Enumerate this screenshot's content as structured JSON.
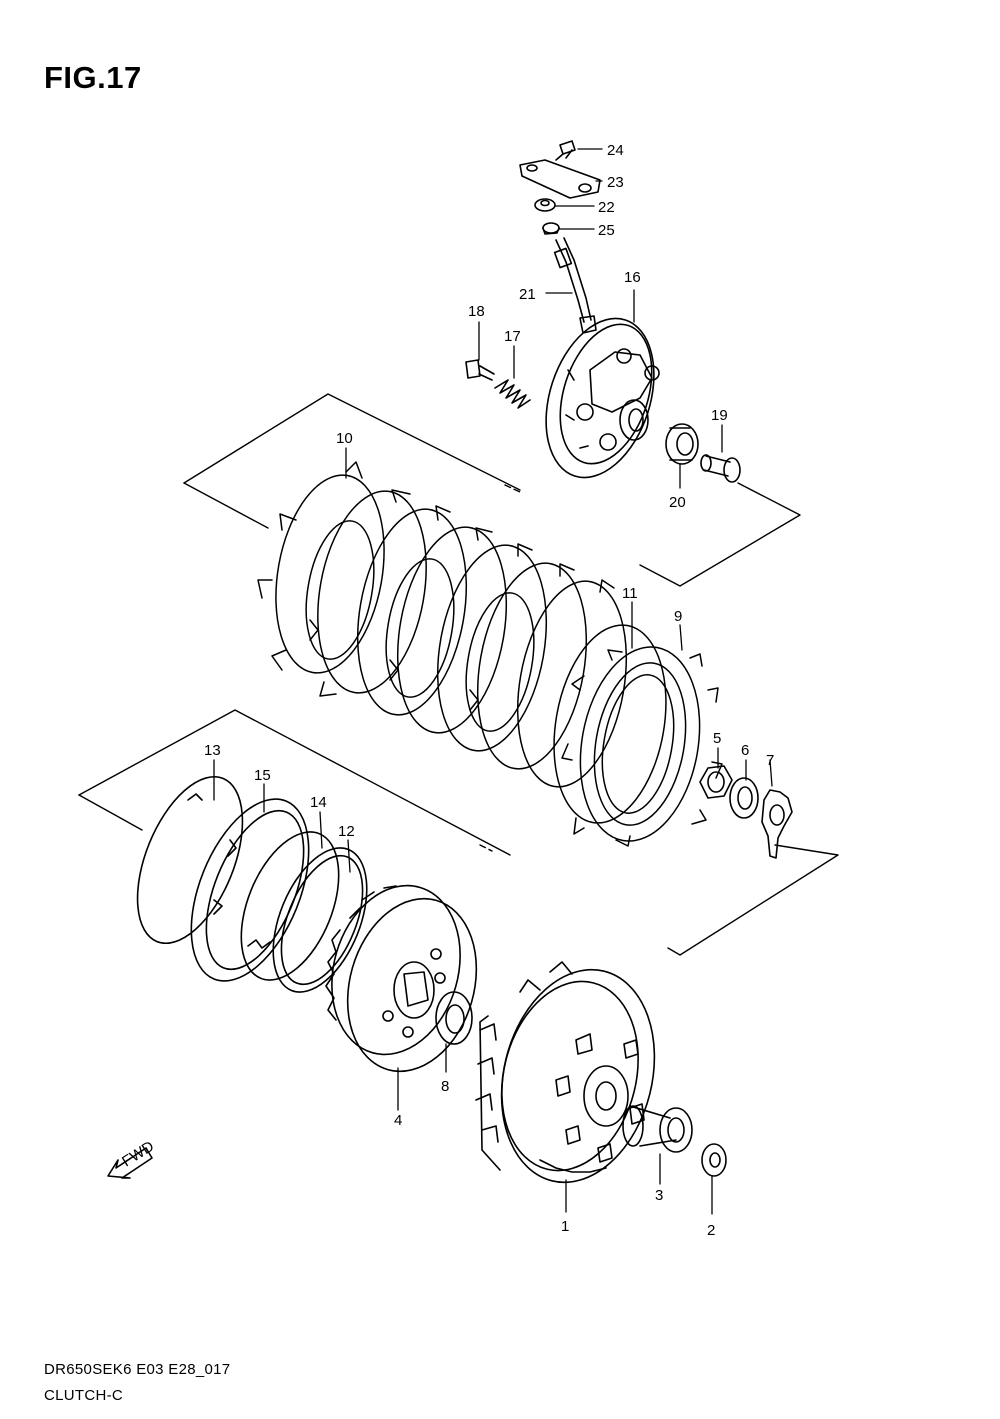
{
  "figure": {
    "title": "FIG.17",
    "model_code": "DR650SEK6 E03 E28_017",
    "section_name": "CLUTCH-C"
  },
  "fwd_label": "FWD",
  "callouts": [
    {
      "id": "c1",
      "number": "1"
    },
    {
      "id": "c2",
      "number": "2"
    },
    {
      "id": "c3",
      "number": "3"
    },
    {
      "id": "c4",
      "number": "4"
    },
    {
      "id": "c5",
      "number": "5"
    },
    {
      "id": "c6",
      "number": "6"
    },
    {
      "id": "c7",
      "number": "7"
    },
    {
      "id": "c8",
      "number": "8"
    },
    {
      "id": "c9",
      "number": "9"
    },
    {
      "id": "c10",
      "number": "10"
    },
    {
      "id": "c11",
      "number": "11"
    },
    {
      "id": "c12",
      "number": "12"
    },
    {
      "id": "c13",
      "number": "13"
    },
    {
      "id": "c14",
      "number": "14"
    },
    {
      "id": "c15",
      "number": "15"
    },
    {
      "id": "c16",
      "number": "16"
    },
    {
      "id": "c17",
      "number": "17"
    },
    {
      "id": "c18",
      "number": "18"
    },
    {
      "id": "c19",
      "number": "19"
    },
    {
      "id": "c20",
      "number": "20"
    },
    {
      "id": "c21",
      "number": "21"
    },
    {
      "id": "c22",
      "number": "22"
    },
    {
      "id": "c23",
      "number": "23"
    },
    {
      "id": "c24",
      "number": "24"
    },
    {
      "id": "c25",
      "number": "25"
    }
  ]
}
